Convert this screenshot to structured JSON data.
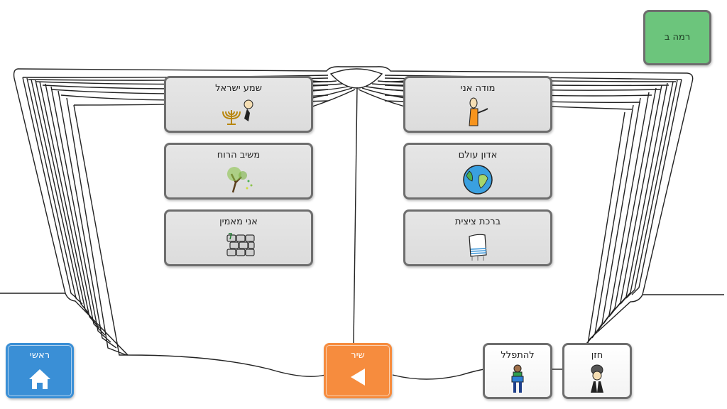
{
  "level_button": {
    "label": "רמה ב",
    "color": "#6cc57c"
  },
  "prayers": [
    {
      "label": "שמע ישראל",
      "icon": "menorah-person-icon"
    },
    {
      "label": "מודה אני",
      "icon": "thankful-person-icon"
    },
    {
      "label": "משיב הרוח",
      "icon": "windy-tree-icon"
    },
    {
      "label": "אדון עולם",
      "icon": "globe-icon"
    },
    {
      "label": "אני מאמין",
      "icon": "western-wall-icon"
    },
    {
      "label": "ברכת ציצית",
      "icon": "tallit-icon"
    }
  ],
  "bottom_nav": {
    "home": {
      "label": "ראשי",
      "icon": "home-icon",
      "color": "#3a8fd6"
    },
    "back": {
      "label": "שיר",
      "icon": "back-arrow-icon",
      "color": "#f68c3e"
    },
    "pray": {
      "label": "להתפלל",
      "icon": "praying-person-icon"
    },
    "cantor": {
      "label": "חזן",
      "icon": "cantor-icon"
    }
  }
}
